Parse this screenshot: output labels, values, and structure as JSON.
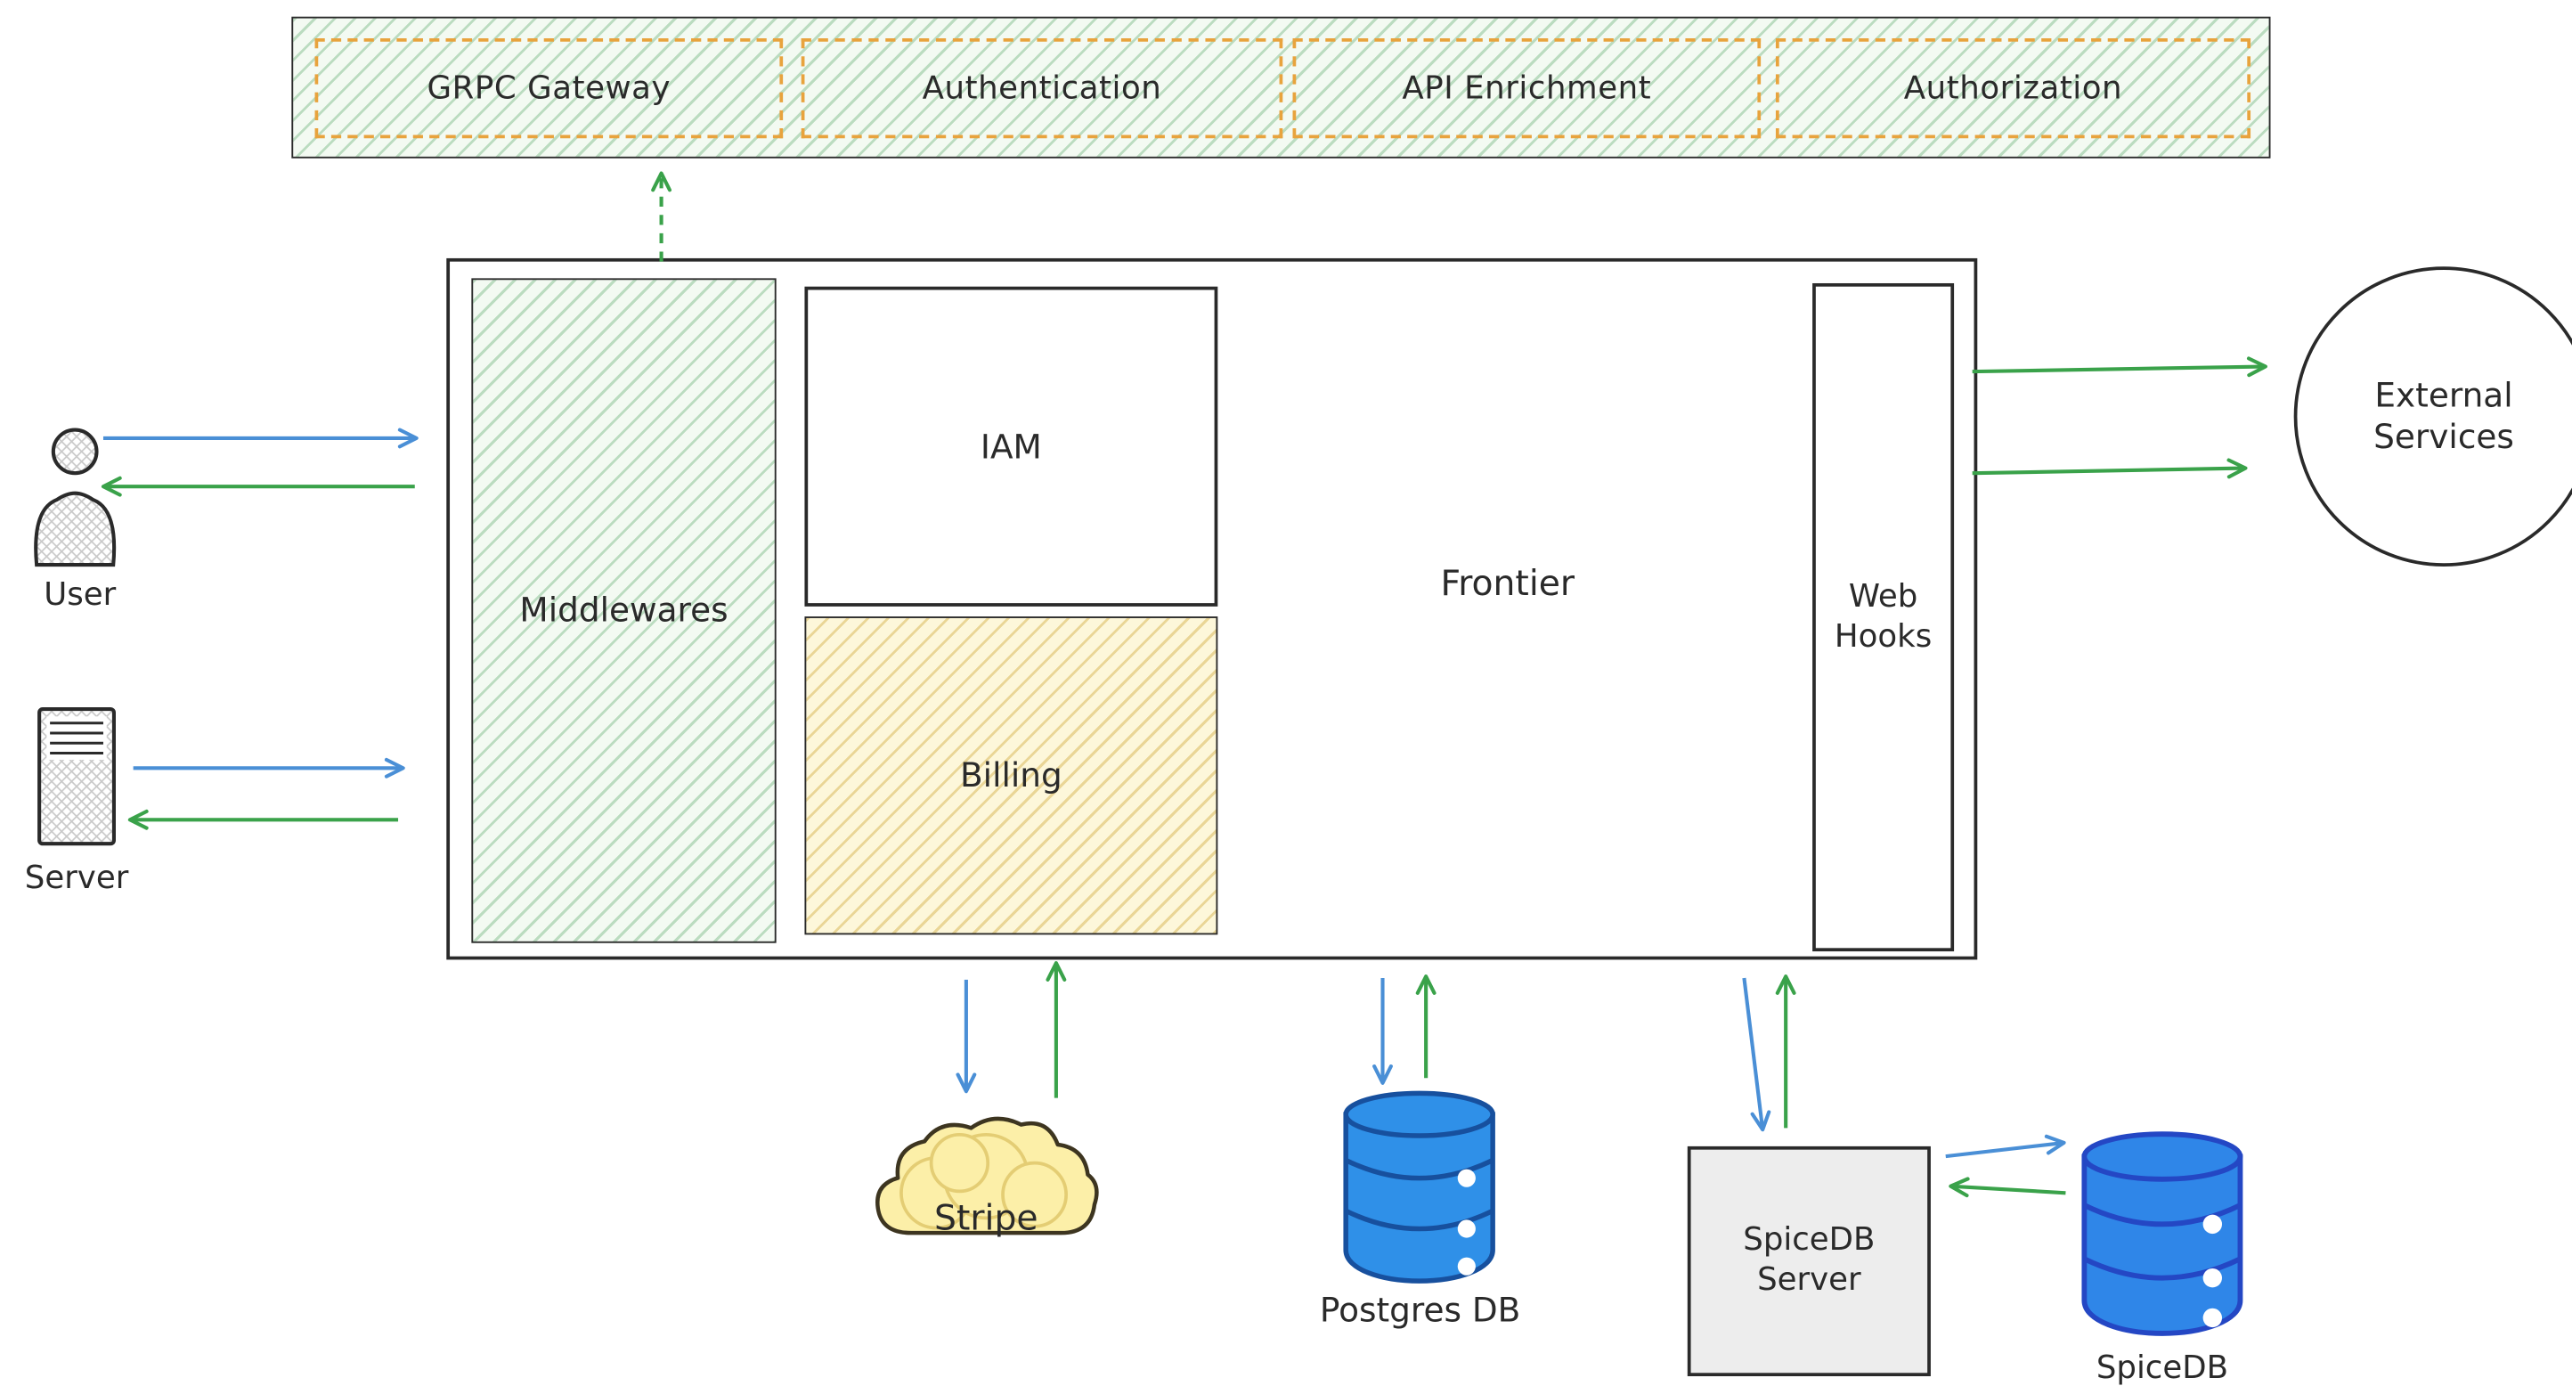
{
  "pipeline": {
    "stages": [
      "GRPC Gateway",
      "Authentication",
      "API Enrichment",
      "Authorization"
    ]
  },
  "frontier": {
    "label": "Frontier",
    "middlewares": "Middlewares",
    "iam": "IAM",
    "billing": "Billing",
    "webhooks": "Web Hooks"
  },
  "left": {
    "user": "User",
    "server": "Server"
  },
  "right": {
    "external_services": "External Services"
  },
  "bottom": {
    "stripe": "Stripe",
    "postgres": "Postgres DB",
    "spicedb_server": "SpiceDB Server",
    "spicedb": "SpiceDB"
  },
  "colors": {
    "arrow_request_blue": "#4a8fd6",
    "arrow_response_green": "#3aa24a",
    "pipeline_border_orange": "#e8a33d",
    "hatch_green_fill": "#f3faf2",
    "hatch_yellow_fill": "#fdf7da",
    "database_blue": "#2f90e8",
    "cloud_yellow": "#fcefa8",
    "server_box_gray": "#ededed",
    "outline_dark": "#2a2a2a"
  }
}
